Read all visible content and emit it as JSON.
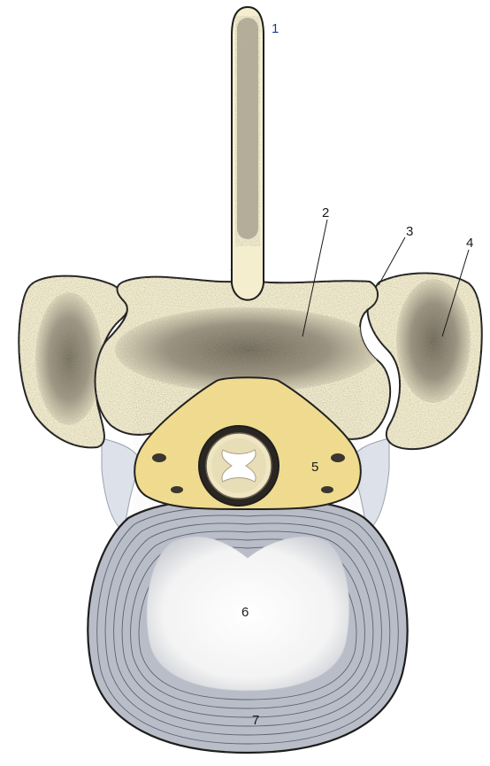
{
  "diagram": {
    "labels": [
      {
        "id": "1",
        "text": "1"
      },
      {
        "id": "2",
        "text": "2"
      },
      {
        "id": "3",
        "text": "3"
      },
      {
        "id": "4",
        "text": "4"
      },
      {
        "id": "5",
        "text": "5"
      },
      {
        "id": "6",
        "text": "6"
      },
      {
        "id": "7",
        "text": "7"
      }
    ]
  },
  "colors": {
    "bone": "#f4eecf",
    "cancellous": "#6b6458",
    "canal": "#f2dd8f",
    "annulus": "#a9aebd",
    "ligament": "#d9dde6",
    "outline": "#1e1e1e",
    "label_blue": "#1f3b8c"
  }
}
